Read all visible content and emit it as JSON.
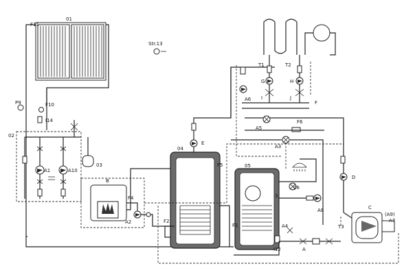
{
  "labels": {
    "collector": "01",
    "f11": "F11",
    "p9": "P9",
    "f10": "F10",
    "i14": "I14",
    "g02": "02",
    "a1": "A1",
    "a10": "A10",
    "g03": "03",
    "str13": "Str.13",
    "b": "B",
    "f4": "F4",
    "a2": "A2",
    "f2": "F2",
    "e": "E",
    "t04": "04",
    "f5": "F5",
    "t05": "05",
    "f1": "F1",
    "i12": "I12",
    "t1": "T1",
    "t2": "T2",
    "g": "G",
    "h": "H",
    "i": "I",
    "j": "J",
    "a6": "A6",
    "f": "F",
    "f6": "F6",
    "a5": "A5",
    "a3": "A3",
    "f3": "3",
    "o6": "06",
    "a8": "A8",
    "a4": "A4",
    "a": "A",
    "d": "D",
    "t3": "T3",
    "c": "C",
    "a9": "(A9)",
    "a7": "A7"
  }
}
